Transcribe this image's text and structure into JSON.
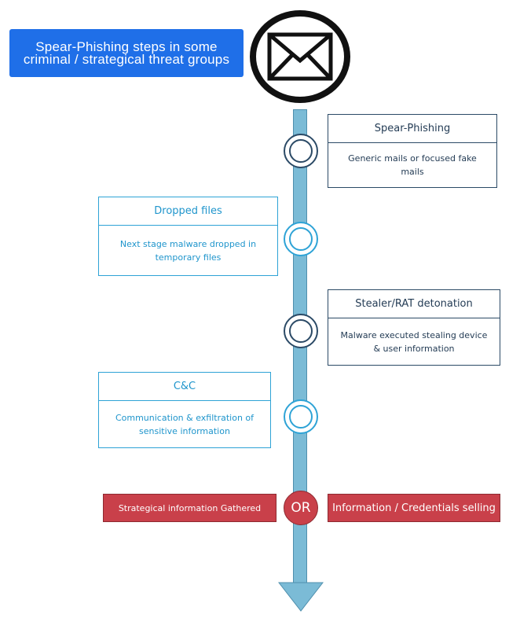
{
  "title": "Spear-Phishing steps in some criminal / strategical threat groups",
  "icons": {
    "header": "envelope-icon"
  },
  "colors": {
    "title_bg": "#1f6fe8",
    "axis": "#7bbbd6",
    "dark_box": "#2b4a66",
    "light_box": "#2ea3d6",
    "outcome": "#c9404a"
  },
  "steps": [
    {
      "title": "Spear-Phishing",
      "description": "Generic mails or focused fake mails"
    },
    {
      "title": "Dropped files",
      "description": "Next stage malware dropped in temporary files"
    },
    {
      "title": "Stealer/RAT detonation",
      "description": "Malware executed stealing device & user information"
    },
    {
      "title": "C&C",
      "description": "Communication & exfiltration of sensitive information"
    }
  ],
  "outcomes": {
    "left": "Strategical information Gathered",
    "connector": "OR",
    "right": "Information / Credentials selling"
  }
}
